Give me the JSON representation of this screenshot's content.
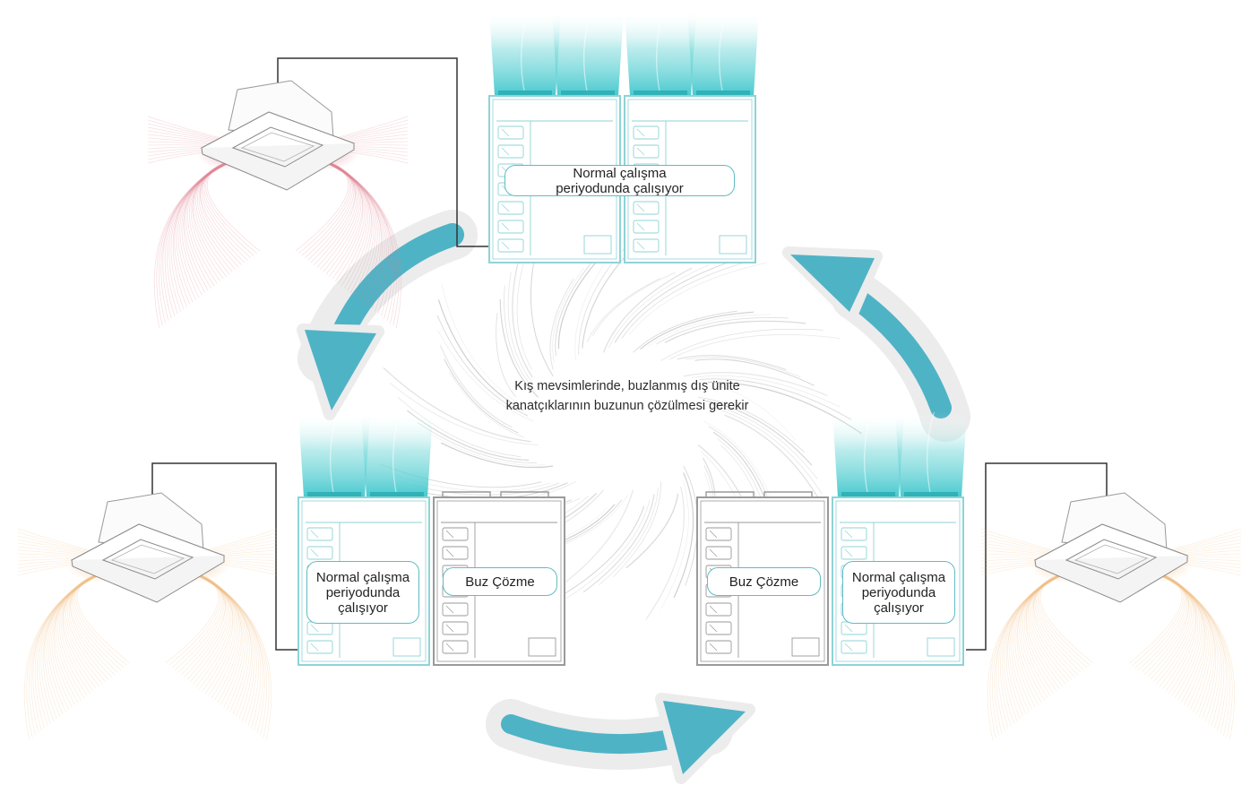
{
  "diagram": {
    "center_caption": {
      "line1": "Kış mevsimlerinde, buzlanmış dış ünite",
      "line2": "kanatçıklarının buzunun çözülmesi gerekir"
    },
    "top_unit": {
      "status_line1": "Normal çalışma",
      "status_line2": "periyodunda çalışıyor"
    },
    "left_unit": {
      "status_line1": "Normal çalışma",
      "status_line2": "periyodunda",
      "status_line3": "çalışıyor",
      "defrost_label": "Buz Çözme"
    },
    "right_unit": {
      "status_line1": "Normal çalışma",
      "status_line2": "periyodunda",
      "status_line3": "çalışıyor",
      "defrost_label": "Buz Çözme"
    }
  },
  "colors": {
    "active_outline": "#8fd3d6",
    "label_border": "#5fbcc3",
    "airflow": "#3ec6cc",
    "arrow": "#4fb3c6",
    "arrow_halo": "#ececec",
    "defrost_outline": "#9a9a9a",
    "heat_red": "#e0838f",
    "heat_orange": "#f2be85"
  },
  "icons": [
    "cassette-unit-icon",
    "outdoor-unit-icon",
    "cycle-arrow-icon"
  ]
}
